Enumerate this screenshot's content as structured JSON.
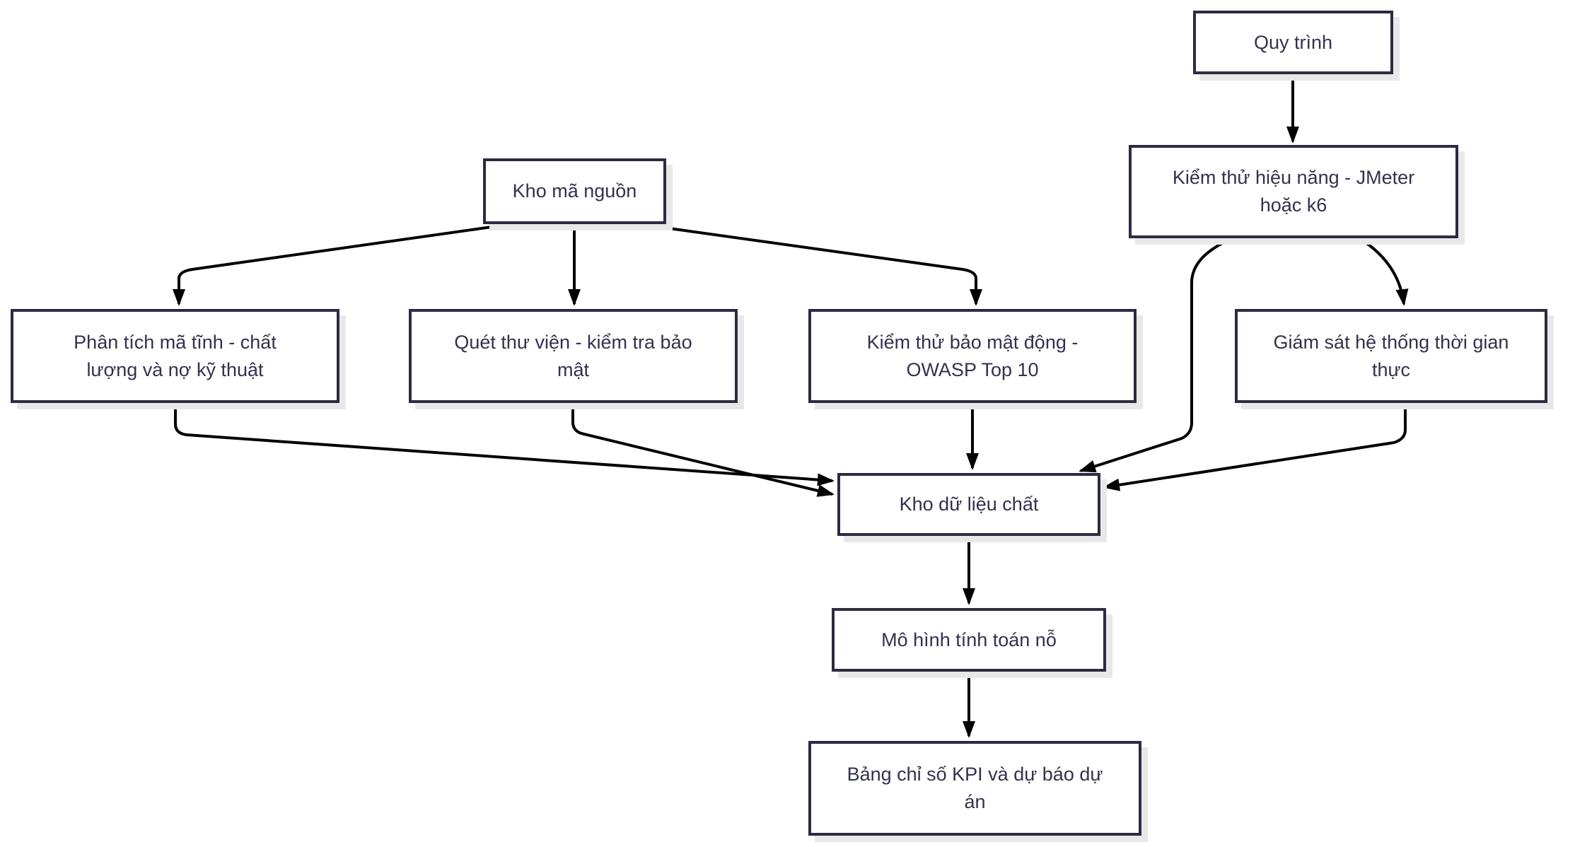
{
  "diagram": {
    "type": "flowchart",
    "background": "#ffffff"
  },
  "colors": {
    "node_border": "#2b2b42",
    "node_fill": "#ffffff",
    "node_text": "#32324e",
    "edge": "#000000",
    "shadow": "#e8e8e8"
  },
  "nodes": {
    "quy_trinh": {
      "label": "Quy trình"
    },
    "kiem_thu_hieu_nang": {
      "label": "Kiểm thử hiệu năng - JMeter\nhoặc k6"
    },
    "kho_ma_nguon": {
      "label": "Kho mã nguồn"
    },
    "phan_tich_ma_tinh": {
      "label": "Phân tích mã tĩnh - chất\nlượng và nợ kỹ thuật"
    },
    "quet_thu_vien": {
      "label": "Quét thư viện - kiểm tra bảo\nmật"
    },
    "kiem_thu_bao_mat": {
      "label": "Kiểm thử bảo mật động -\nOWASP Top 10"
    },
    "giam_sat": {
      "label": "Giám sát hệ thống thời gian\nthực"
    },
    "kho_du_lieu": {
      "label": "Kho dữ liệu chất"
    },
    "mo_hinh": {
      "label": "Mô hình tính toán nỗ"
    },
    "bang_kpi": {
      "label": "Bảng chỉ số KPI và dự báo dự\nán"
    }
  },
  "edges": [
    {
      "from": "quy_trinh",
      "to": "kiem_thu_hieu_nang"
    },
    {
      "from": "kho_ma_nguon",
      "to": "phan_tich_ma_tinh"
    },
    {
      "from": "kho_ma_nguon",
      "to": "quet_thu_vien"
    },
    {
      "from": "kho_ma_nguon",
      "to": "kiem_thu_bao_mat"
    },
    {
      "from": "kiem_thu_hieu_nang",
      "to": "giam_sat"
    },
    {
      "from": "kiem_thu_hieu_nang",
      "to": "kho_du_lieu"
    },
    {
      "from": "phan_tich_ma_tinh",
      "to": "kho_du_lieu"
    },
    {
      "from": "quet_thu_vien",
      "to": "kho_du_lieu"
    },
    {
      "from": "kiem_thu_bao_mat",
      "to": "kho_du_lieu"
    },
    {
      "from": "giam_sat",
      "to": "kho_du_lieu"
    },
    {
      "from": "kho_du_lieu",
      "to": "mo_hinh"
    },
    {
      "from": "mo_hinh",
      "to": "bang_kpi"
    }
  ]
}
